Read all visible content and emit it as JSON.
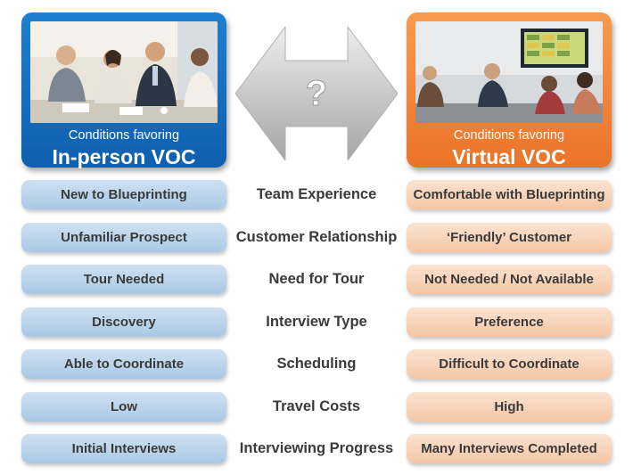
{
  "left_card": {
    "caption_line1": "Conditions favoring",
    "caption_line2": "In-person VOC",
    "photo": "in-person-meeting-photo",
    "color": "#1670c4"
  },
  "right_card": {
    "caption_line1": "Conditions favoring",
    "caption_line2": "Virtual VOC",
    "photo": "video-conference-photo",
    "color": "#f08236"
  },
  "arrow": {
    "icon": "double-arrow-icon",
    "label": "?"
  },
  "rows": [
    {
      "left": "New to Blueprinting",
      "criterion": "Team Experience",
      "right": "Comfortable with Blueprinting"
    },
    {
      "left": "Unfamiliar Prospect",
      "criterion": "Customer Relationship",
      "right": "‘Friendly’ Customer"
    },
    {
      "left": "Tour Needed",
      "criterion": "Need for Tour",
      "right": "Not Needed / Not Available"
    },
    {
      "left": "Discovery",
      "criterion": "Interview Type",
      "right": "Preference"
    },
    {
      "left": "Able to Coordinate",
      "criterion": "Scheduling",
      "right": "Difficult to Coordinate"
    },
    {
      "left": "Low",
      "criterion": "Travel Costs",
      "right": "High"
    },
    {
      "left": "Initial Interviews",
      "criterion": "Interviewing Progress",
      "right": "Many Interviews Completed"
    }
  ]
}
